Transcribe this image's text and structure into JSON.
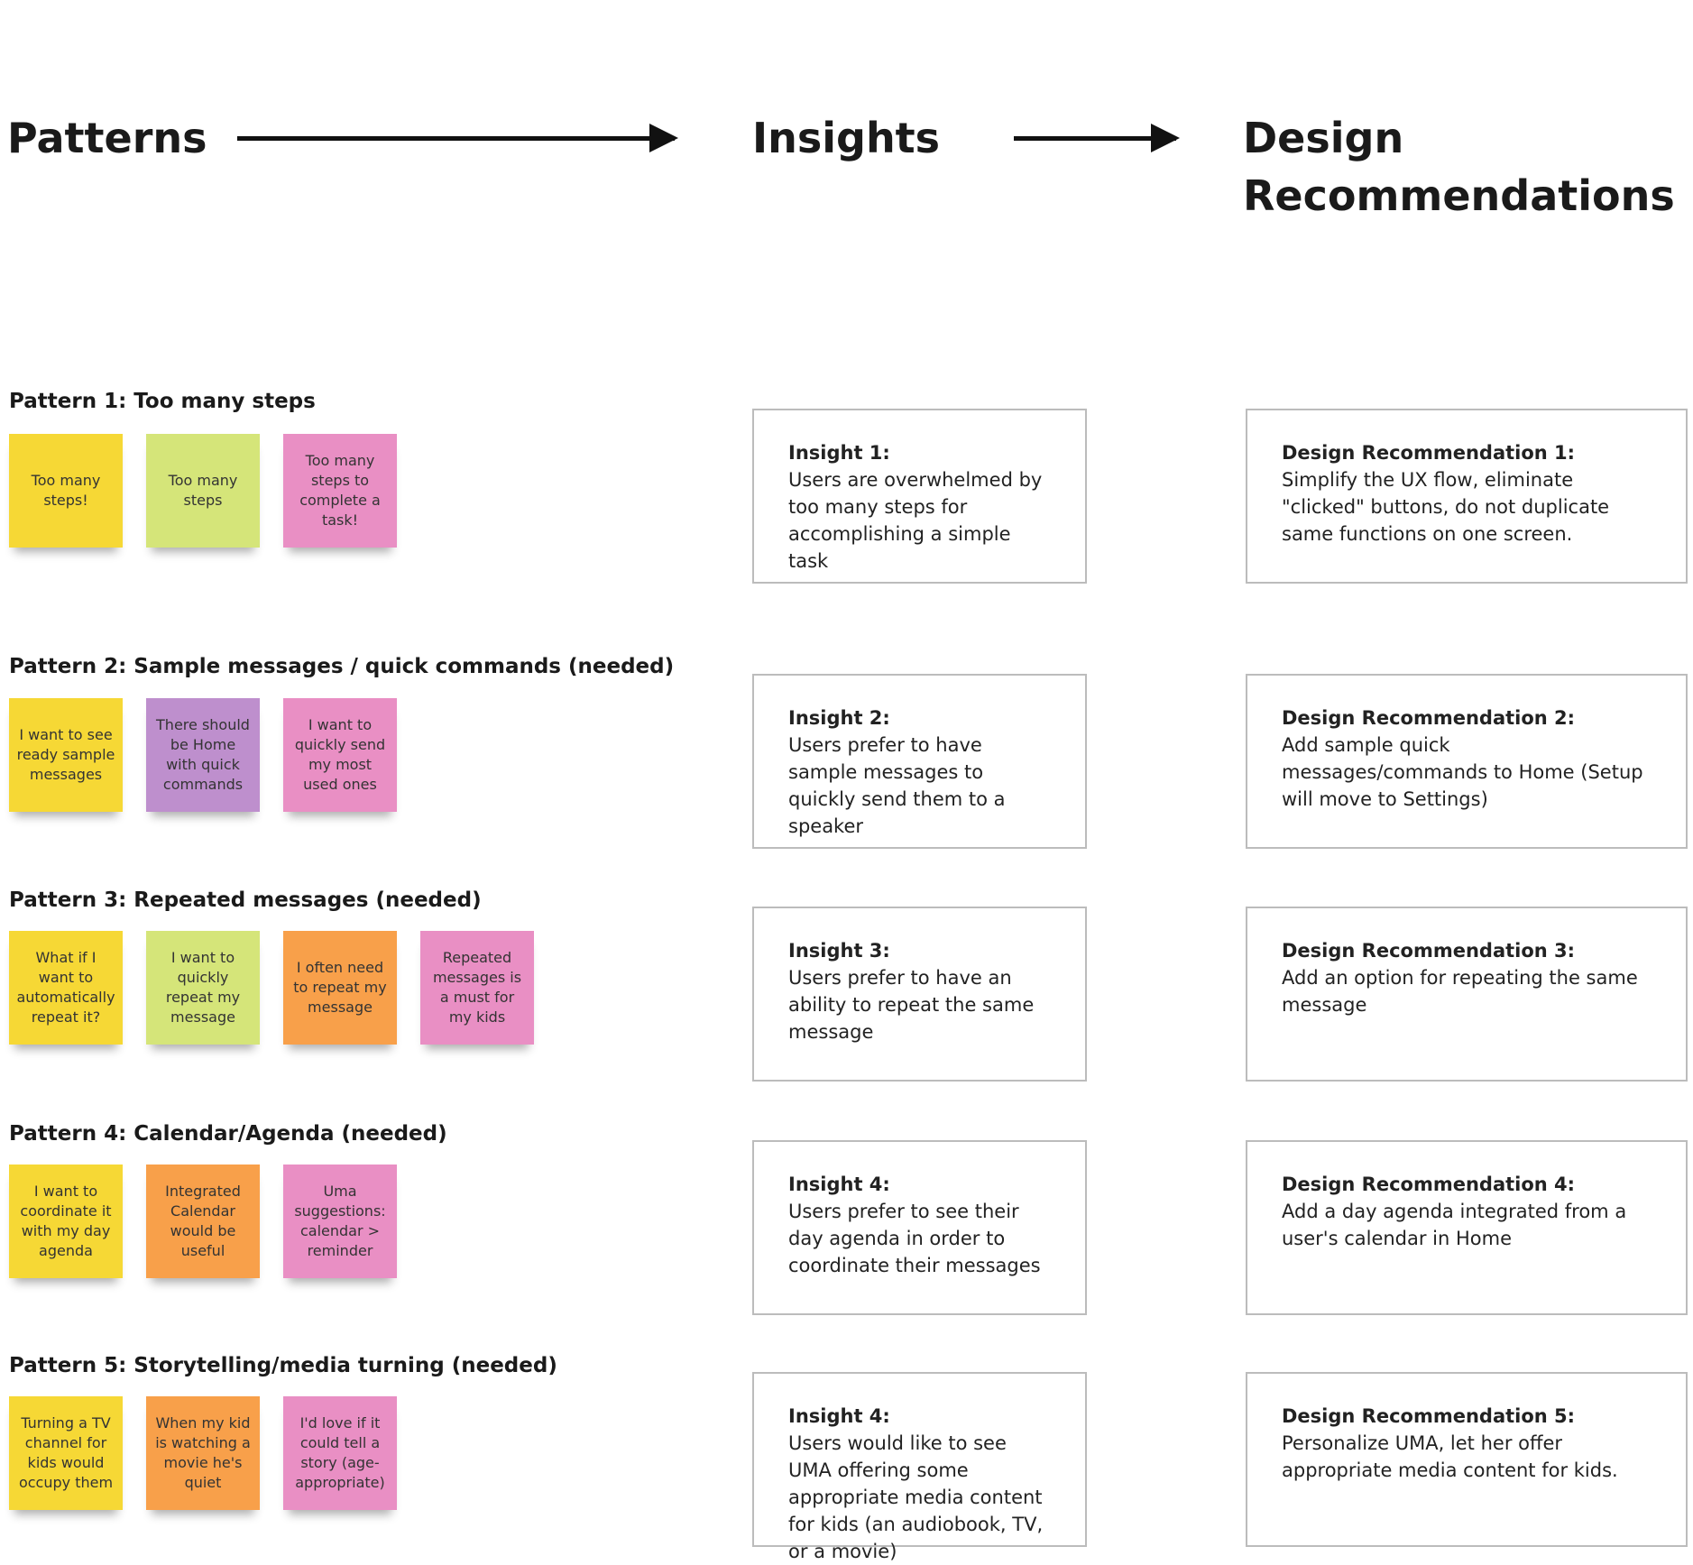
{
  "headers": {
    "patterns": "Patterns",
    "insights": "Insights",
    "recommendations_line1": "Design",
    "recommendations_line2": "Recommendations"
  },
  "colors": {
    "yellow": "#f6d835",
    "green": "#d5e579",
    "pink": "#e98fc4",
    "purple": "#be8fcd",
    "orange": "#f8a04a"
  },
  "rows": [
    {
      "pattern": "Pattern 1: Too many steps",
      "notes": [
        {
          "text": "Too many steps!",
          "color": "yellow"
        },
        {
          "text": "Too many steps",
          "color": "green"
        },
        {
          "text": "Too many steps to complete a task!",
          "color": "pink"
        }
      ],
      "insight_title": "Insight 1:",
      "insight_body": "Users are overwhelmed by too many steps for accomplishing a simple task",
      "rec_title": "Design Recommendation 1:",
      "rec_body": "Simplify the UX flow, eliminate \"clicked\" buttons, do not duplicate same functions on one screen."
    },
    {
      "pattern": "Pattern 2: Sample messages / quick commands (needed)",
      "notes": [
        {
          "text": "I want to see ready sample messages",
          "color": "yellow"
        },
        {
          "text": "There should be Home with quick commands",
          "color": "purple"
        },
        {
          "text": "I want to quickly send my most used ones",
          "color": "pink"
        }
      ],
      "insight_title": "Insight 2:",
      "insight_body": "Users prefer to have sample messages to quickly send them to a speaker",
      "rec_title": "Design Recommendation 2:",
      "rec_body": "Add sample quick messages/commands to Home (Setup will move to Settings)"
    },
    {
      "pattern": "Pattern 3: Repeated messages (needed)",
      "notes": [
        {
          "text": "What if I want to automatically repeat it?",
          "color": "yellow"
        },
        {
          "text": "I want to quickly repeat my message",
          "color": "green"
        },
        {
          "text": "I often need to repeat my message",
          "color": "orange"
        },
        {
          "text": "Repeated messages is a must for my kids",
          "color": "pink"
        }
      ],
      "insight_title": "Insight 3:",
      "insight_body": "Users prefer to have an ability to repeat the same message",
      "rec_title": "Design Recommendation 3:",
      "rec_body": "Add an option for repeating the same message"
    },
    {
      "pattern": "Pattern 4: Calendar/Agenda (needed)",
      "notes": [
        {
          "text": "I want to coordinate it with my day agenda",
          "color": "yellow"
        },
        {
          "text": "Integrated Calendar would be useful",
          "color": "orange"
        },
        {
          "text": "Uma suggestions: calendar > reminder",
          "color": "pink"
        }
      ],
      "insight_title": "Insight 4:",
      "insight_body": "Users prefer to see their day agenda in order to coordinate their messages",
      "rec_title": "Design Recommendation 4:",
      "rec_body": "Add a day agenda integrated from a user's calendar in Home"
    },
    {
      "pattern": "Pattern 5: Storytelling/media turning (needed)",
      "notes": [
        {
          "text": "Turning a TV channel for kids would occupy them",
          "color": "yellow"
        },
        {
          "text": "When my kid is watching a movie he's quiet",
          "color": "orange"
        },
        {
          "text": "I'd love if it could tell a story (age-appropriate)",
          "color": "pink"
        }
      ],
      "insight_title": "Insight 4:",
      "insight_body": "Users would like to see UMA offering some appropriate media content for kids (an audiobook, TV, or a movie)",
      "rec_title": "Design Recommendation 5:",
      "rec_body": "Personalize UMA, let her offer appropriate media content for kids."
    }
  ]
}
